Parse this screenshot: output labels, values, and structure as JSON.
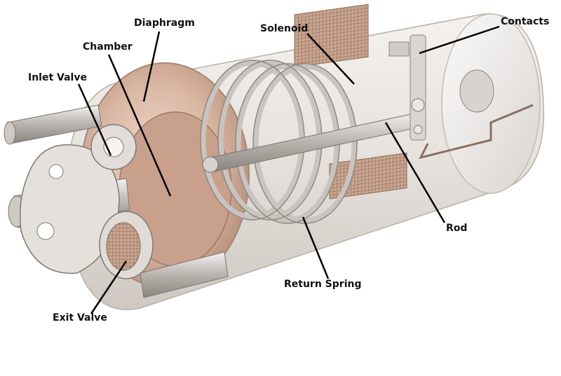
{
  "diagram": {
    "labels": {
      "diaphragm": "Diaphragm",
      "solenoid": "Solenoid",
      "contacts": "Contacts",
      "chamber": "Chamber",
      "inlet_valve": "Inlet Valve",
      "rod": "Rod",
      "return_spring": "Return Spring",
      "exit_valve": "Exit Valve"
    }
  }
}
